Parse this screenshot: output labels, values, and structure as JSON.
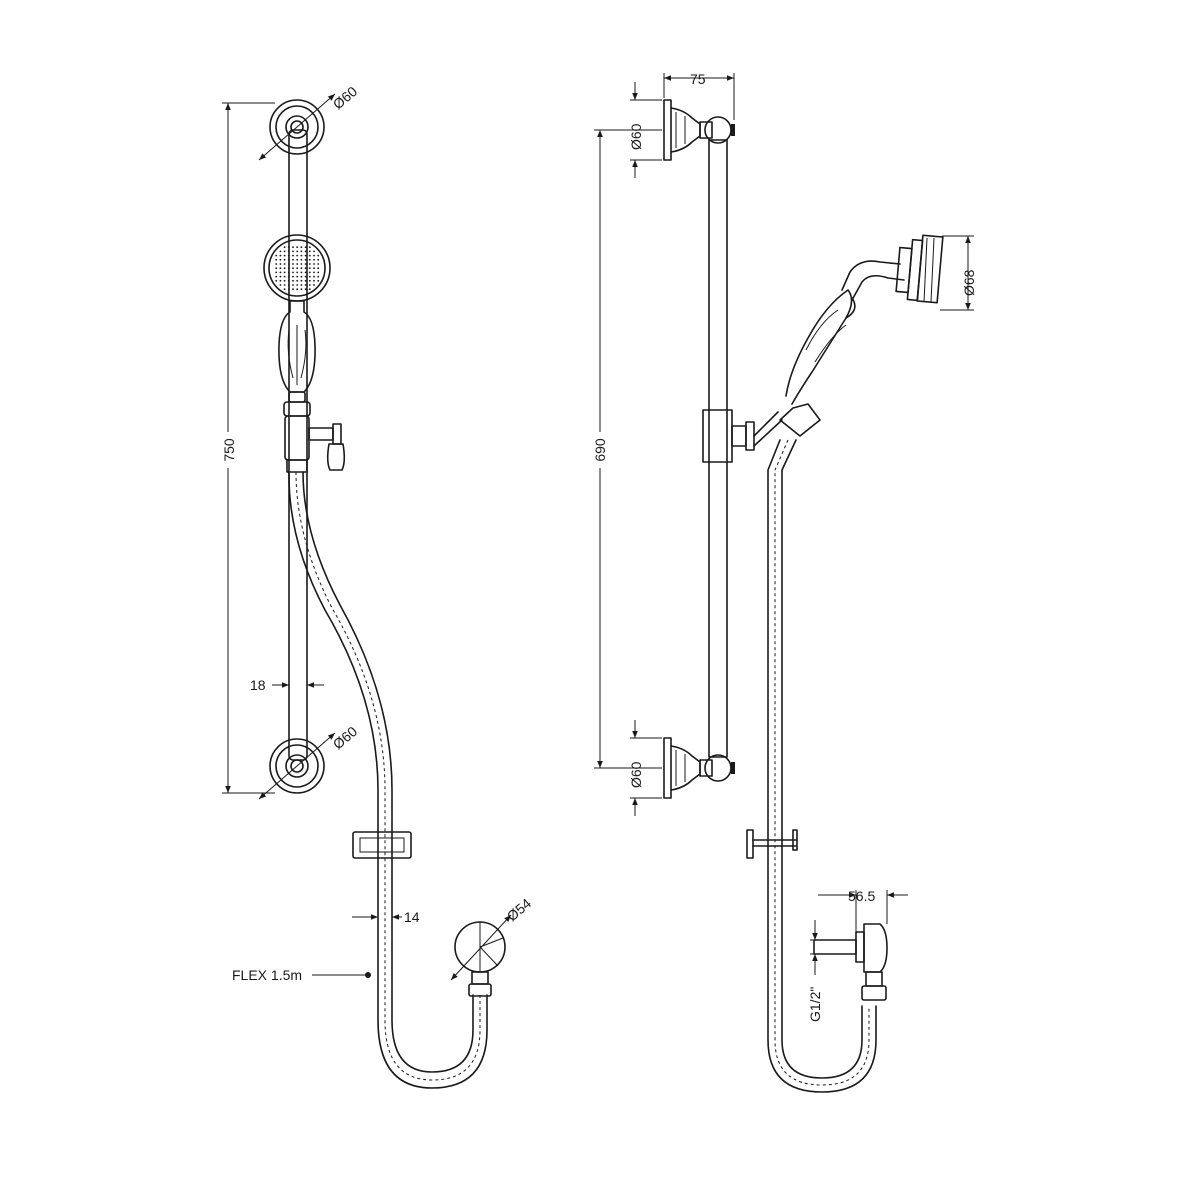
{
  "front_view": {
    "bracket_top_diameter": "Ø60",
    "bracket_bottom_diameter": "Ø60",
    "overall_height": "750",
    "rail_width": "18",
    "hose_width": "14",
    "outlet_diameter": "Ø54",
    "hose_label": "FLEX 1.5m"
  },
  "side_view": {
    "bracket_projection": "75",
    "bracket_top_diameter": "Ø60",
    "bracket_bottom_diameter": "Ø60",
    "bracket_centres": "690",
    "handset_head_diameter": "Ø68",
    "outlet_projection": "56.5",
    "outlet_thread": "G1/2\""
  }
}
